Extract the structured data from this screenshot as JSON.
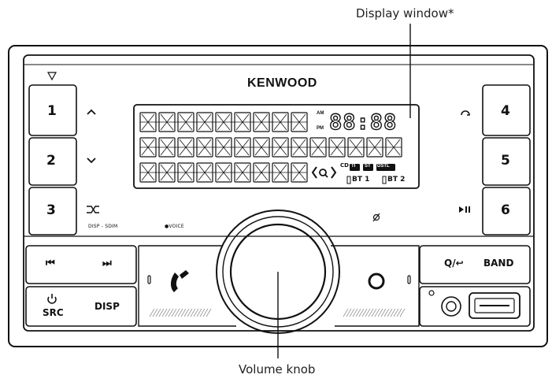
{
  "callouts": {
    "display_window": "Display window*",
    "volume_knob": "Volume knob"
  },
  "brand": "KENWOOD",
  "preset_buttons": {
    "left": [
      "1",
      "2",
      "3"
    ],
    "right": [
      "4",
      "5",
      "6"
    ]
  },
  "small_labels": {
    "disp_sdim": "DISP - SDIM",
    "voice": "●VOICE"
  },
  "display_indicators": {
    "am": "AM",
    "pm": "PM",
    "clock": "88:88",
    "cd": "CD",
    "ti": "TI",
    "st": "ST",
    "dstl": "DSTL",
    "bt1": "BT 1",
    "bt2": "BT 2"
  },
  "bottom_buttons": {
    "prev_symbol": "⏮",
    "next_symbol": "⏭",
    "src": "SRC",
    "disp": "DISP",
    "search_back": "Q/↩",
    "band": "BAND"
  },
  "icons": {
    "up": "chevron-up-icon",
    "down": "chevron-down-icon",
    "shuffle": "shuffle-icon",
    "repeat": "repeat-icon",
    "play_pause": "play-pause-icon",
    "mute": "mute-icon",
    "phone": "phone-icon",
    "voice_assistant": "voice-assistant-icon",
    "power": "power-icon",
    "eject": "eject-triangle-icon"
  }
}
